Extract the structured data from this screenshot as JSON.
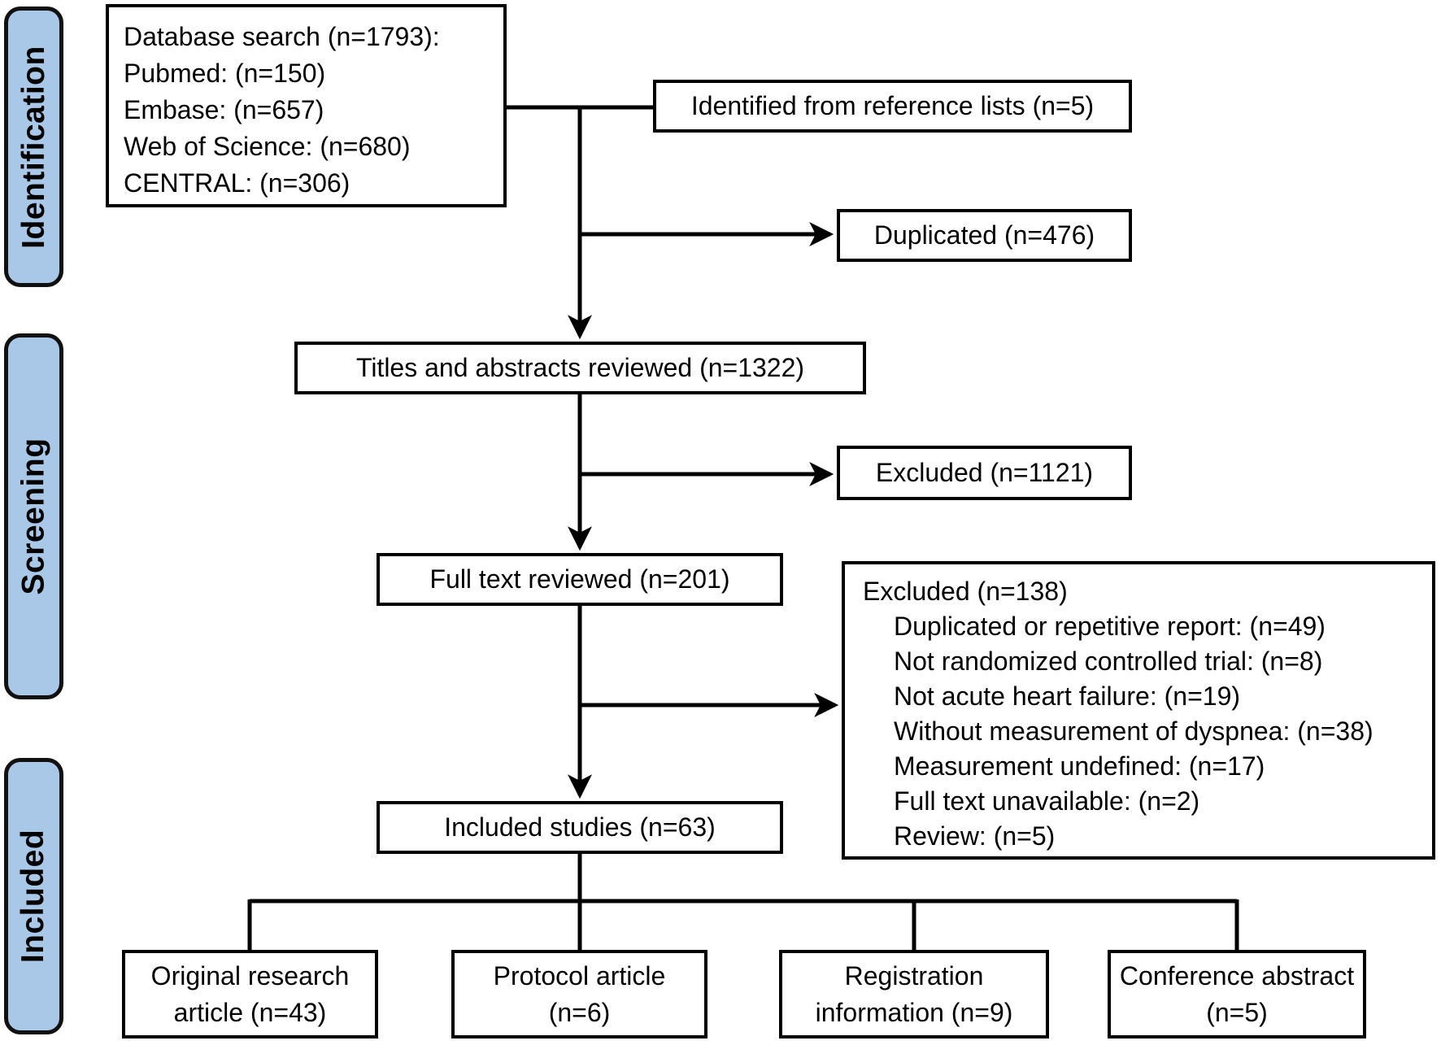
{
  "sidebar": {
    "fill_color": "#a9c8e8",
    "stages": [
      {
        "label": "Identification"
      },
      {
        "label": "Screening"
      },
      {
        "label": "Included"
      }
    ]
  },
  "flow": {
    "database_box": {
      "lines": [
        "Database search (n=1793):",
        "Pubmed: (n=150)",
        "Embase: (n=657)",
        "Web of Science: (n=680)",
        "CENTRAL: (n=306)"
      ]
    },
    "identified_box": {
      "label": "Identified from reference lists (n=5)"
    },
    "duplicated_box": {
      "label": "Duplicated (n=476)"
    },
    "titles_box": {
      "label": "Titles and abstracts reviewed (n=1322)"
    },
    "excluded_titles_box": {
      "label": "Excluded (n=1121)"
    },
    "fulltext_box": {
      "label": "Full text reviewed (n=201)"
    },
    "excluded_fulltext_box": {
      "title": "Excluded (n=138)",
      "reasons": [
        "Duplicated or repetitive report: (n=49)",
        "Not randomized controlled trial: (n=8)",
        "Not acute heart failure: (n=19)",
        "Without measurement of dyspnea: (n=38)",
        "Measurement undefined: (n=17)",
        "Full text unavailable: (n=2)",
        "Review: (n=5)"
      ]
    },
    "included_box": {
      "label": "Included studies (n=63)"
    },
    "outcome_boxes": [
      {
        "label": "Original research article (n=43)"
      },
      {
        "label": "Protocol article (n=6)"
      },
      {
        "label": "Registration information (n=9)"
      },
      {
        "label": "Conference abstract (n=5)"
      }
    ]
  }
}
